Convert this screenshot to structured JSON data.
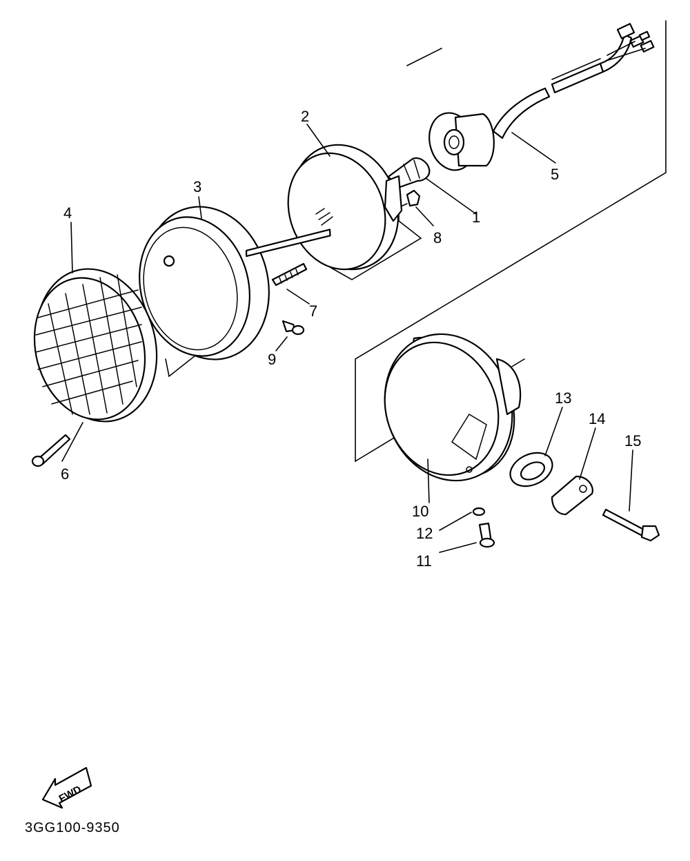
{
  "labels": {
    "p1": "1",
    "p2": "2",
    "p3": "3",
    "p4": "4",
    "p5": "5",
    "p6": "6",
    "p7": "7",
    "p8": "8",
    "p9": "9",
    "p10": "10",
    "p11": "11",
    "p12": "12",
    "p13": "13",
    "p14": "14",
    "p15": "15"
  },
  "fwd_arrow_text": "FWD",
  "diagram_code": "3GG100-9350",
  "colors": {
    "line": "#000000",
    "background": "#ffffff"
  }
}
